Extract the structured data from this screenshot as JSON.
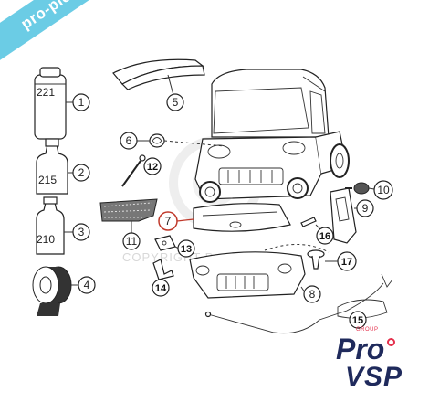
{
  "watermark": {
    "banner_text": "pro-piece-vsp.com",
    "center_text": "COPYRIGHT ProVSP"
  },
  "brand": {
    "group_label": "GROUP",
    "word1": "Pro",
    "word2": "VSP",
    "accent_color": "#e4304c",
    "text_color": "#1f2a5c",
    "banner_color": "#5bc7e3"
  },
  "products": {
    "can_221": "221",
    "bottle_215": "215",
    "bottle_210": "210"
  },
  "callouts": {
    "c1": "1",
    "c2": "2",
    "c3": "3",
    "c4": "4",
    "c5": "5",
    "c6": "6",
    "c7": "7",
    "c8": "8",
    "c9": "9",
    "c10": "10",
    "c11": "11",
    "c12": "12",
    "c13": "13",
    "c14": "14",
    "c15": "15",
    "c16": "16",
    "c17": "17"
  }
}
